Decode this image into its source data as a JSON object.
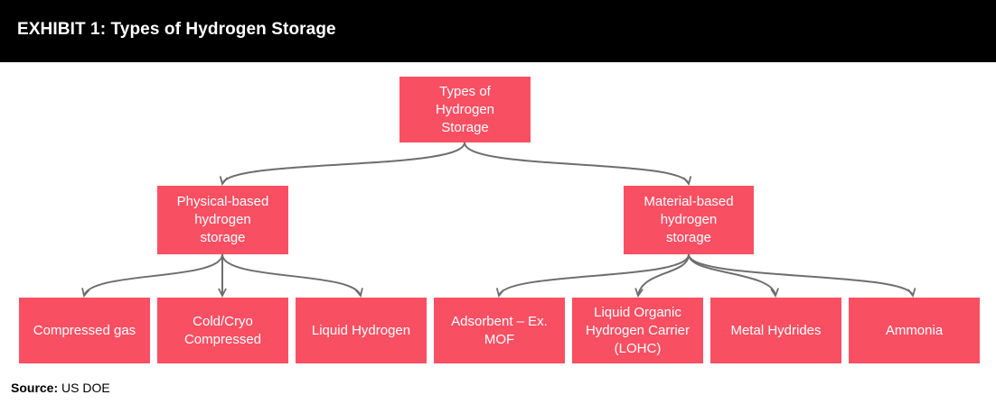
{
  "header": {
    "title": "EXHIBIT 1: Types of Hydrogen Storage"
  },
  "colors": {
    "header_bg": "#000000",
    "node_fill": "#f94f63",
    "node_text": "#ffffff",
    "connector": "#6e6e6e"
  },
  "diagram": {
    "root": {
      "label": "Types of\nHydrogen\nStorage"
    },
    "physical": {
      "label": "Physical-based\nhydrogen\nstorage",
      "children": [
        {
          "label": "Compressed gas"
        },
        {
          "label": "Cold/Cryo\nCompressed"
        },
        {
          "label": "Liquid Hydrogen"
        }
      ]
    },
    "material": {
      "label": "Material-based\nhydrogen\nstorage",
      "children": [
        {
          "label": "Adsorbent – Ex.\nMOF"
        },
        {
          "label": "Liquid Organic\nHydrogen Carrier\n(LOHC)"
        },
        {
          "label": "Metal Hydrides"
        },
        {
          "label": "Ammonia"
        }
      ]
    }
  },
  "source": {
    "label": "Source:",
    "text": "US DOE"
  }
}
